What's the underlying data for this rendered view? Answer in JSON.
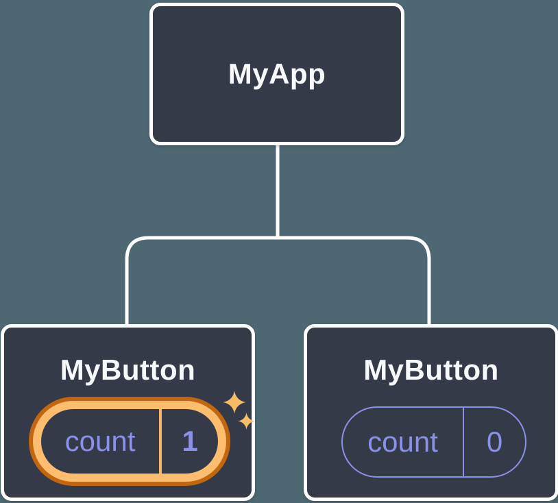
{
  "colors": {
    "bg": "#4D6873",
    "node_fill": "#343A48",
    "node_border": "#FFFFFF",
    "purple": "#8A91E8",
    "orange_dark": "#C2660F",
    "orange_light": "#FCBD6E",
    "divider_orange": "#F5B763",
    "sparkle": "#F8BC64",
    "text_light": "#F7F8F9"
  },
  "icons": {
    "sparkle": "✦"
  },
  "tree": {
    "root": {
      "label": "MyApp"
    },
    "children": [
      {
        "label": "MyButton",
        "state": {
          "name": "count",
          "value": "1"
        },
        "highlighted": true
      },
      {
        "label": "MyButton",
        "state": {
          "name": "count",
          "value": "0"
        },
        "highlighted": false
      }
    ]
  }
}
